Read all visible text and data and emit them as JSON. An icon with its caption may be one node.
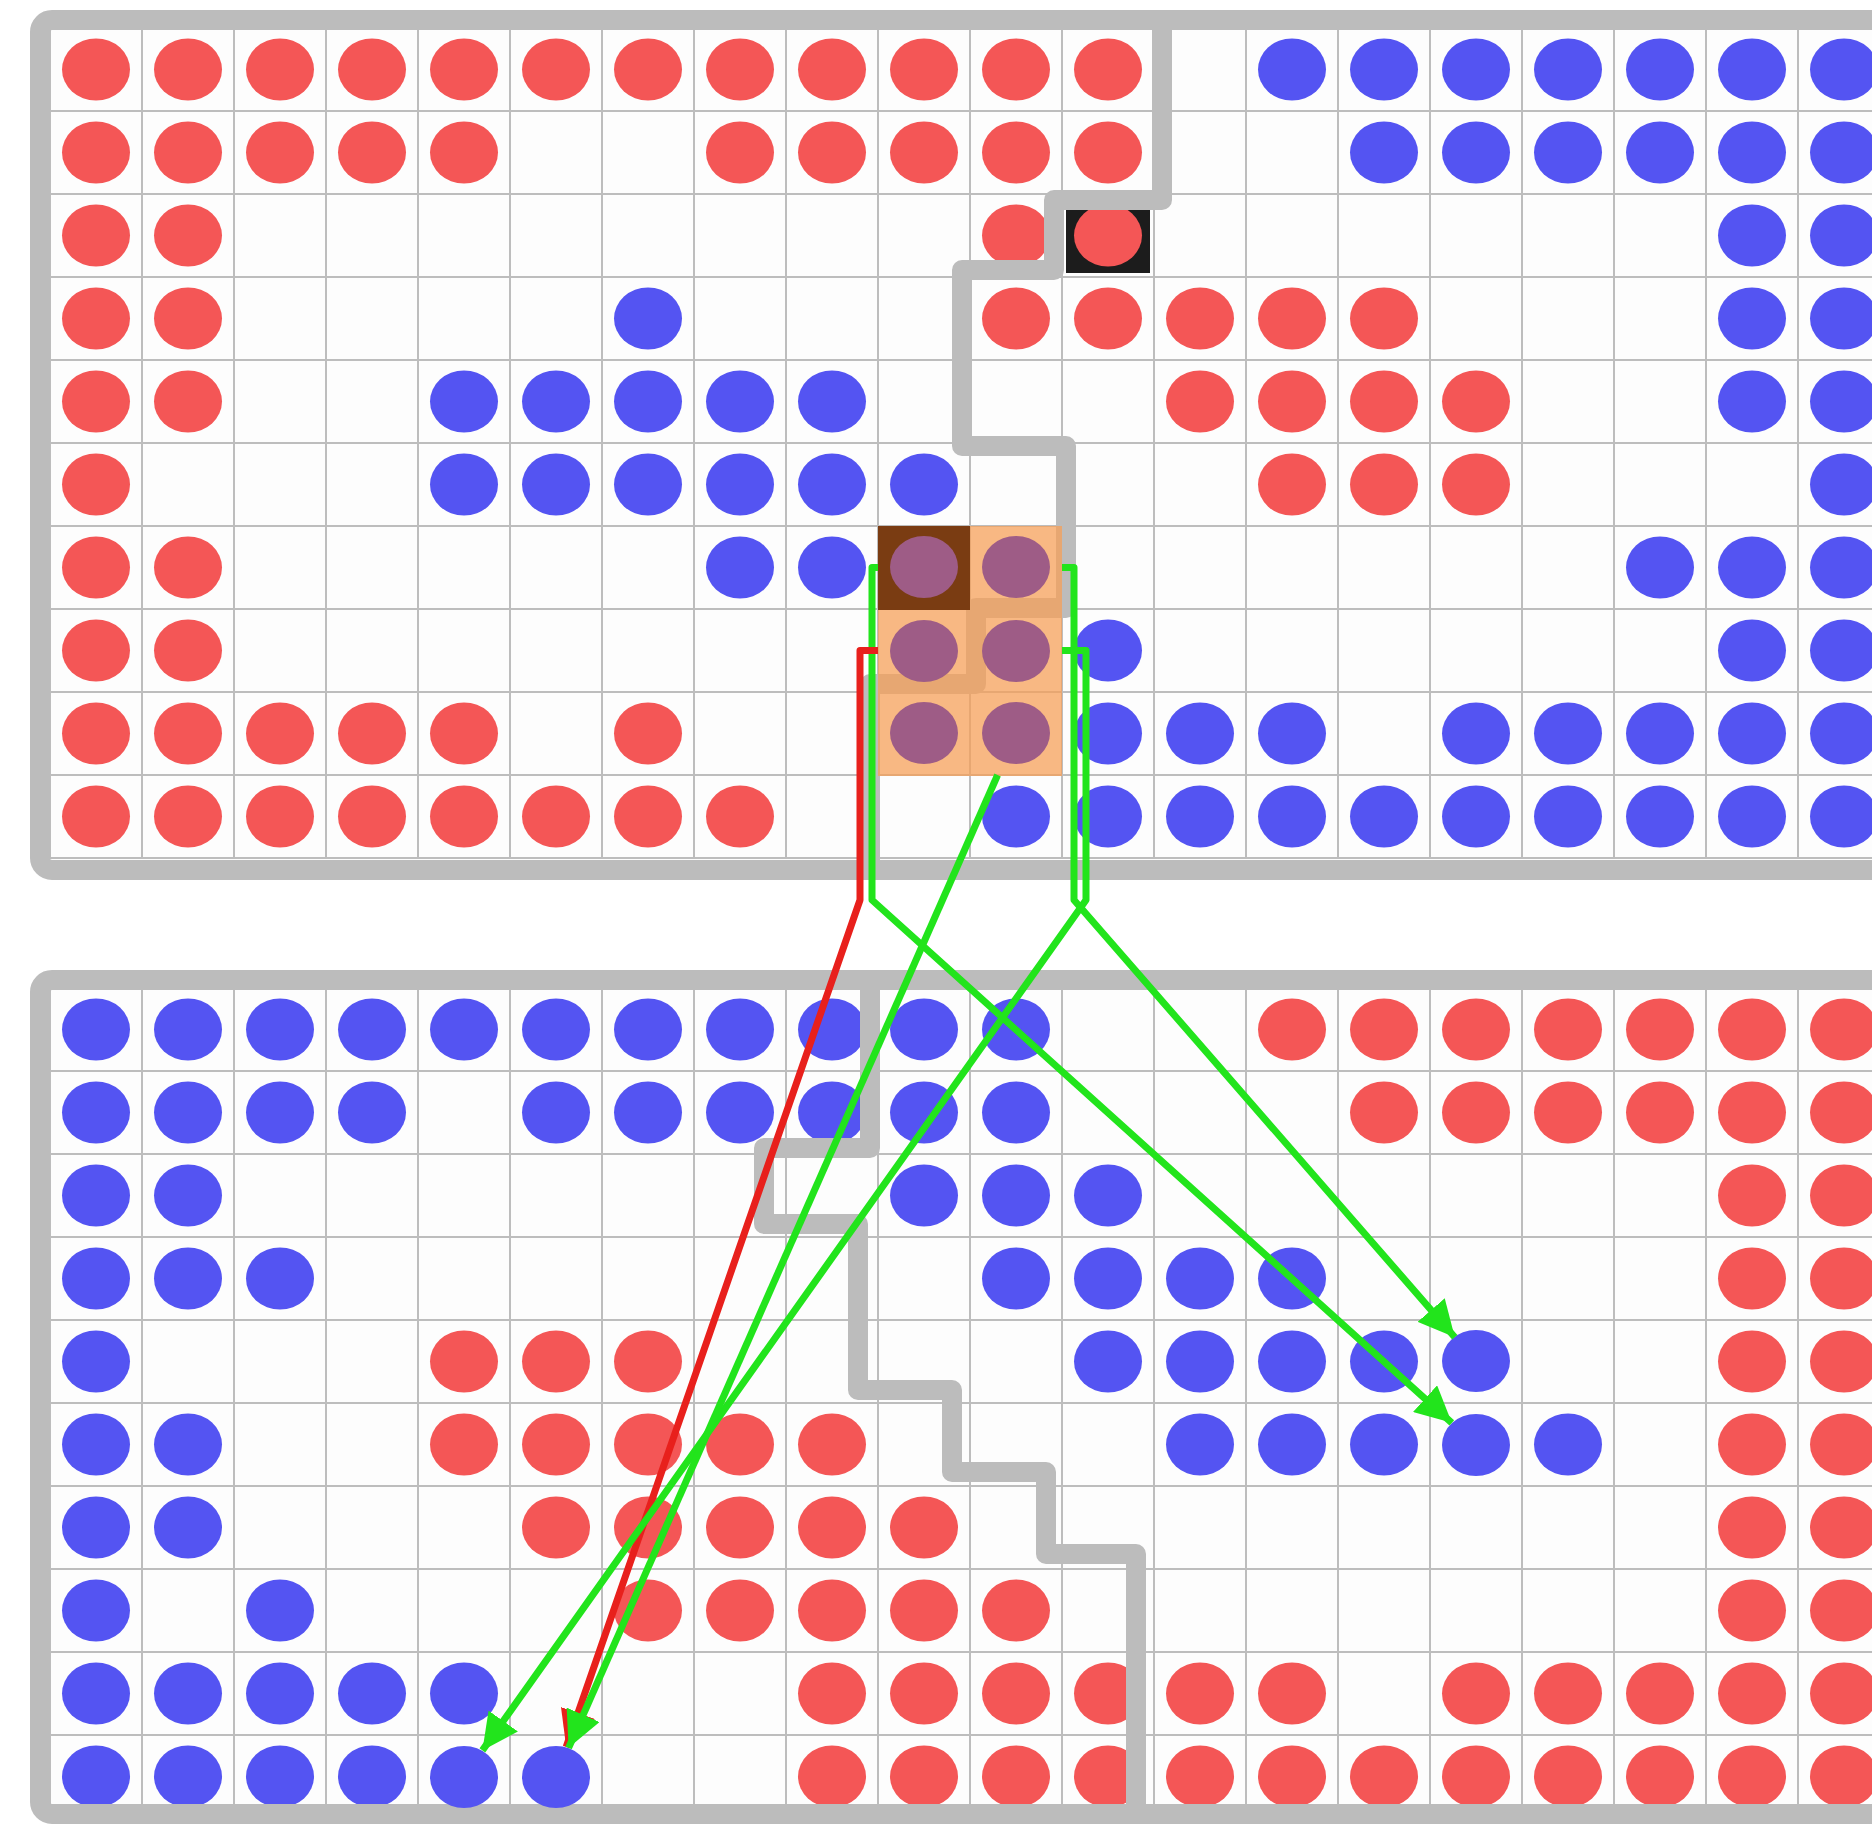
{
  "diagram": {
    "nodes": [
      {
        "text": [],
        "shape": "box"
      },
      {
        "text": [],
        "shape": "box"
      },
      {
        "text": [],
        "shape": "box"
      },
      {
        "text": [],
        "shape": "box"
      },
      {
        "text": [],
        "shape": "box"
      },
      {
        "text": [],
        "shape": "box"
      },
      {
        "text": [],
        "shape": "circle"
      },
      {
        "text": [],
        "shape": "circle"
      },
      {
        "text": [],
        "shape": "circle"
      },
      {
        "text": [],
        "shape": "circle"
      }
    ],
    "edges": [
      {
        "from": 0,
        "to": 7,
        "arrow": "to"
      },
      {
        "from": 1,
        "to": 6,
        "arrow": "to"
      },
      {
        "from": 2,
        "to": 9,
        "arrow": "to",
        "color": "#e8201c"
      },
      {
        "from": 3,
        "to": 8,
        "arrow": "to"
      },
      {
        "from": 5,
        "to": 9,
        "arrow": "to"
      }
    ]
  }
}
